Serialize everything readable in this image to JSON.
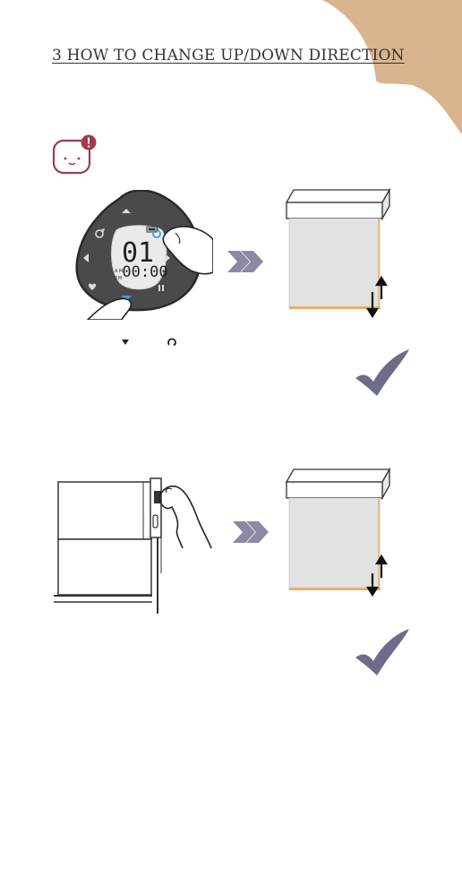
{
  "page": {
    "title": "3  HOW TO CHANGE UP/DOWN DIRECTION",
    "accent_color": "#d8b48f",
    "alert_color": "#a33a4c",
    "arrow_color": "#8b89a4",
    "check_color": "#6e6c8b"
  },
  "remote": {
    "digits": "01",
    "time": "00:00",
    "am_label": "A.M",
    "pm_label": "P.M"
  },
  "instruction": {
    "down_icon": "down-triangle-icon",
    "reverse_icon": "reverse-arrow-icon"
  }
}
